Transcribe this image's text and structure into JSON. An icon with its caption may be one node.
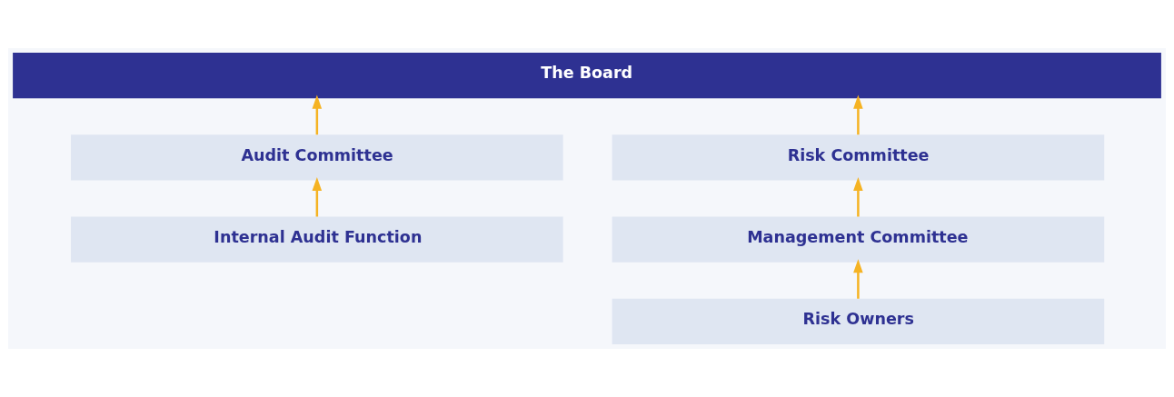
{
  "diagram": {
    "nodes": [
      {
        "text": [
          "The Board"
        ]
      },
      {
        "text": [
          "Audit Committee"
        ]
      },
      {
        "text": [
          "Risk Committee"
        ]
      },
      {
        "text": [
          "Internal Audit Function"
        ]
      },
      {
        "text": [
          "Management Committee"
        ]
      },
      {
        "text": [
          "Risk Owners"
        ]
      }
    ],
    "edges": [
      {
        "from": 1,
        "to": 0,
        "arrow": "to"
      },
      {
        "from": 2,
        "to": 0,
        "arrow": "to"
      },
      {
        "from": 3,
        "to": 1,
        "arrow": "to"
      },
      {
        "from": 4,
        "to": 2,
        "arrow": "to"
      },
      {
        "from": 5,
        "to": 4,
        "arrow": "to"
      }
    ]
  }
}
